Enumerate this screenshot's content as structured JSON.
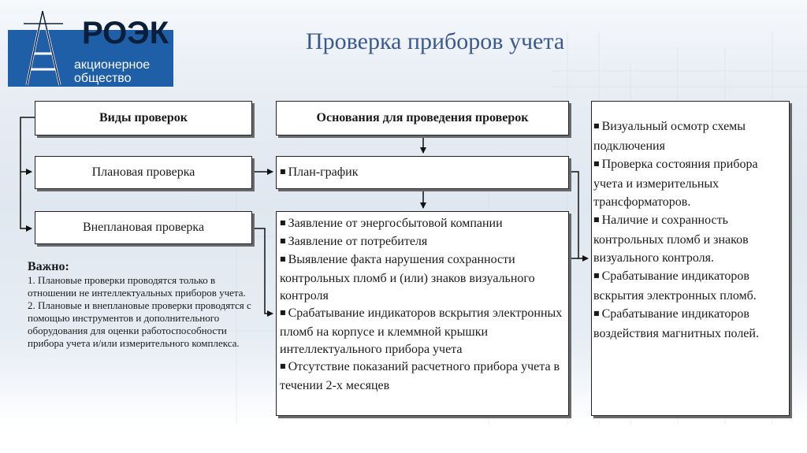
{
  "logo": {
    "name": "РОЭК",
    "subtitle_line1": "акционерное",
    "subtitle_line2": "общество"
  },
  "title": "Проверка приборов учета",
  "types": {
    "heading": "Виды проверок",
    "planned": "Плановая проверка",
    "unplanned": "Внеплановая проверка"
  },
  "grounds": {
    "heading": "Основания для проведения проверок",
    "planned_items": [
      "План-график"
    ],
    "unplanned_items": [
      "Заявление от энергосбытовой компании",
      "Заявление от потребителя",
      "Выявление факта нарушения сохранности контрольных пломб и (или) знаков визуального контроля",
      "Срабатывание индикаторов вскрытия электронных пломб на корпусе и клеммной крышки интеллектуального прибора учета",
      "Отсутствие показаний расчетного прибора учета в течении 2-х месяцев"
    ]
  },
  "checks": [
    "Визуальный осмотр схемы подключения",
    "Проверка состояния прибора учета и измерительных трансформаторов.",
    "Наличие и сохранность контрольных пломб и знаков визуального контроля.",
    "Срабатывание индикаторов вскрытия электронных пломб.",
    "Срабатывание индикаторов воздействия магнитных полей."
  ],
  "note": {
    "heading": "Важно:",
    "item1": "1. Плановые проверки проводятся только в отношении не интеллектуальных приборов учета.",
    "item2": "2. Плановые и внеплановые проверки проводятся с помощью инструментов и дополнительного оборудования для оценки работоспособности прибора учета и/или измерительного комплекса."
  },
  "colors": {
    "title": "#3a5a8f",
    "logo_blue": "#1f5fa8",
    "box_border": "#222222"
  }
}
